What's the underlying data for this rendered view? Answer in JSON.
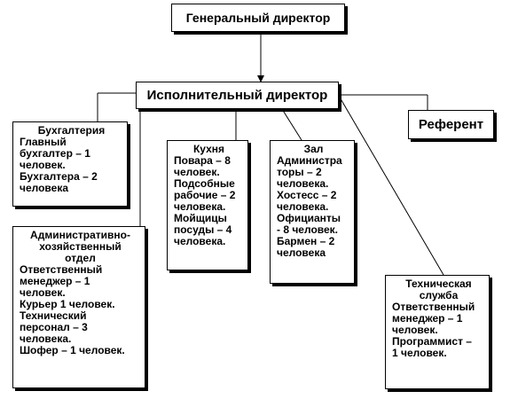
{
  "director": "Генеральный директор",
  "exec": "Исполнительный директор",
  "referent": "Референт",
  "accounting": {
    "title": "Бухгалтерия",
    "lines": [
      "Главный",
      "бухгалтер – 1",
      "человек.",
      "Бухгалтера – 2",
      "человека"
    ]
  },
  "admin": {
    "title_lines": [
      "Административно-",
      "хозяйственный",
      "отдел"
    ],
    "lines": [
      "Ответственный",
      "менеджер – 1",
      "человек.",
      "Курьер 1 человек.",
      "Технический",
      "персонал – 3",
      "человека.",
      "Шофер – 1 человек."
    ]
  },
  "kitchen": {
    "title": "Кухня",
    "lines": [
      "Повара – 8",
      "человек.",
      "Подсобные",
      "рабочие – 2",
      "человека.",
      "Мойщицы",
      "посуды – 4",
      "человека."
    ]
  },
  "hall": {
    "title": "Зал",
    "lines": [
      "Администра",
      "торы – 2",
      "человека.",
      "Хостесс – 2",
      "человека.",
      "Официанты",
      "- 8 человек.",
      "Бармен – 2",
      "человека"
    ]
  },
  "tech": {
    "title_lines": [
      "Техническая",
      "служба"
    ],
    "lines": [
      "Ответственный",
      "менеджер – 1",
      "человек.",
      "Программист –",
      "1 человек."
    ]
  }
}
